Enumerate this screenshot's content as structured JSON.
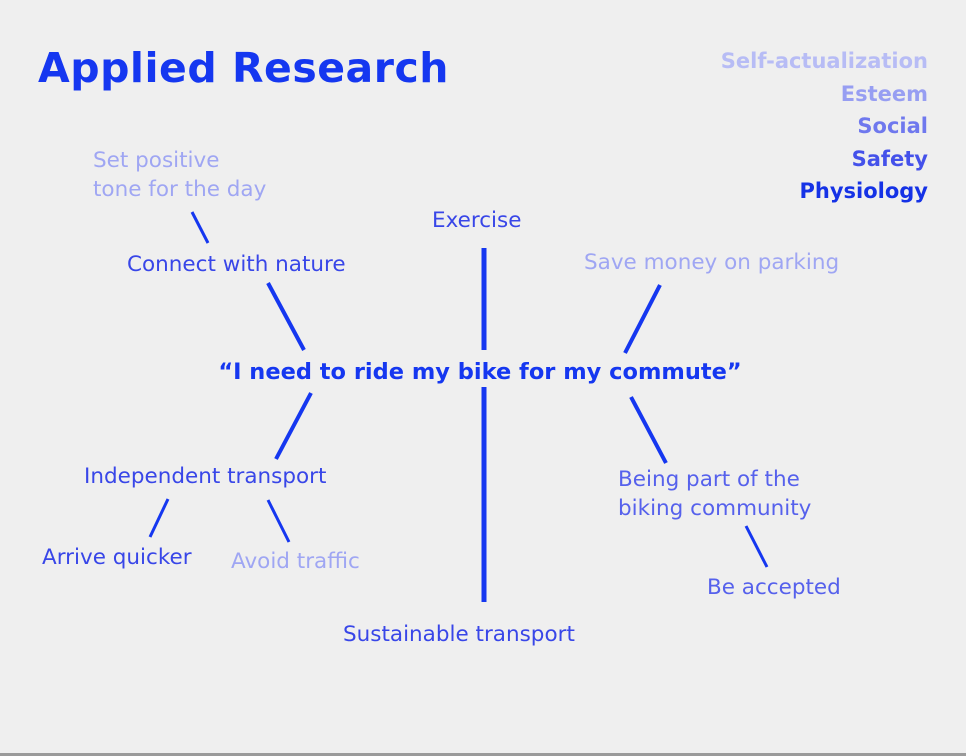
{
  "title": "Applied Research",
  "legend": [
    {
      "label": "Self-actualization",
      "color": "#b7bcf5"
    },
    {
      "label": "Esteem",
      "color": "#979ef2"
    },
    {
      "label": "Social",
      "color": "#6f78ee"
    },
    {
      "label": "Safety",
      "color": "#4451ea"
    },
    {
      "label": "Physiology",
      "color": "#1532e6"
    }
  ],
  "center_statement": "“I need to ride my bike for my commute”",
  "nodes": {
    "set_positive": {
      "line1": "Set positive",
      "line2": "tone for the day",
      "level": "Self-actualization",
      "color": "#9fa6f3"
    },
    "connect_nature": {
      "label": "Connect with nature",
      "level": "Safety",
      "color": "#3846e8"
    },
    "exercise": {
      "label": "Exercise",
      "level": "Safety",
      "color": "#3846e8"
    },
    "save_money": {
      "label": "Save money on parking",
      "level": "Esteem",
      "color": "#9fa6f3"
    },
    "independent": {
      "label": "Independent transport",
      "level": "Safety",
      "color": "#3846e8"
    },
    "arrive_quicker": {
      "label": "Arrive quicker",
      "level": "Safety",
      "color": "#3846e8"
    },
    "avoid_traffic": {
      "label": "Avoid traffic",
      "level": "Esteem",
      "color": "#9fa6f3"
    },
    "biking_community": {
      "line1": "Being part of the",
      "line2": "biking community",
      "level": "Social",
      "color": "#5661ec"
    },
    "be_accepted": {
      "label": "Be accepted",
      "level": "Social",
      "color": "#5661ec"
    },
    "sustainable": {
      "label": "Sustainable transport",
      "level": "Safety",
      "color": "#3846e8"
    }
  },
  "line_color": "#1537f0"
}
